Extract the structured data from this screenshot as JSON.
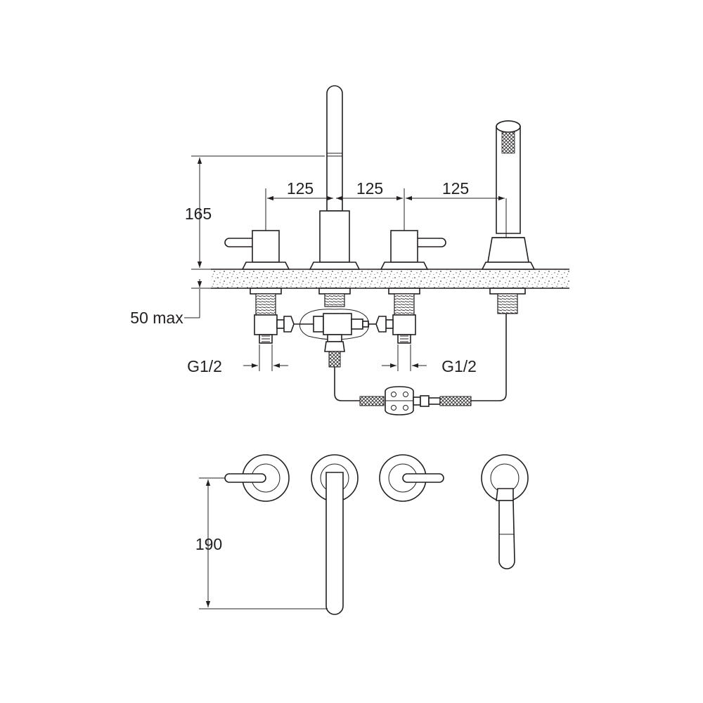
{
  "dimensions": {
    "spacing_1": "125",
    "spacing_2": "125",
    "spacing_3": "125",
    "spout_height": "165",
    "deck_thickness": "50 max",
    "thread_left": "G1/2",
    "thread_right": "G1/2",
    "spout_reach": "190"
  },
  "colors": {
    "line": "#231f20",
    "background": "#ffffff"
  }
}
